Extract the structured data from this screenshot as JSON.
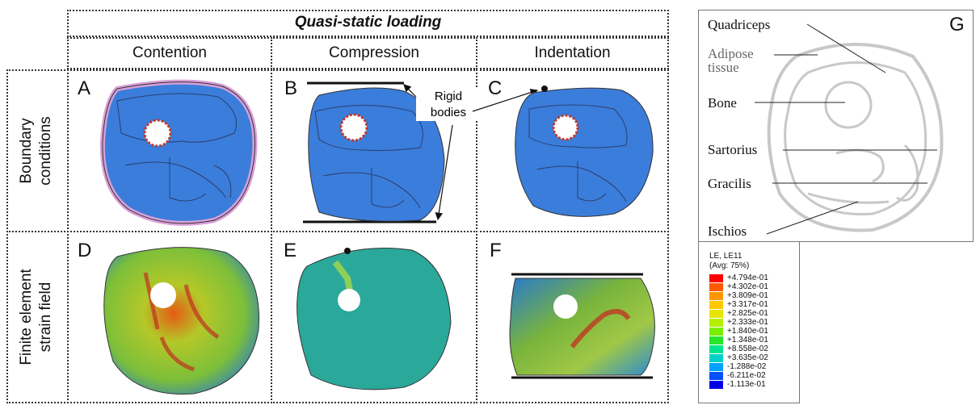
{
  "header": {
    "title": "Quasi-static loading"
  },
  "columns": [
    "Contention",
    "Compression",
    "Indentation"
  ],
  "rows": [
    "Boundary conditions",
    "Finite element strain field"
  ],
  "panels": [
    "A",
    "B",
    "C",
    "D",
    "E",
    "F",
    "G"
  ],
  "annotation": {
    "rigid_bodies": "Rigid bodies"
  },
  "anatomy": {
    "labels": [
      "Quadriceps",
      "Adipose tissue",
      "Bone",
      "Sartorius",
      "Gracilis",
      "Ischios"
    ]
  },
  "legend": {
    "title": "LE, LE11",
    "subtitle": "(Avg: 75%)",
    "values": [
      "+4.794e-01",
      "+4.302e-01",
      "+3.809e-01",
      "+3.317e-01",
      "+2.825e-01",
      "+2.333e-01",
      "+1.840e-01",
      "+1.348e-01",
      "+8.558e-02",
      "+3.635e-02",
      "-1.288e-02",
      "-6.211e-02",
      "-1.113e-01"
    ],
    "colors": [
      "#ff0000",
      "#ff5a00",
      "#ff9600",
      "#ffc800",
      "#e6e600",
      "#b4f000",
      "#78f000",
      "#28e628",
      "#00e68c",
      "#00d2c8",
      "#00a0ff",
      "#0050ff",
      "#0000e6"
    ]
  }
}
